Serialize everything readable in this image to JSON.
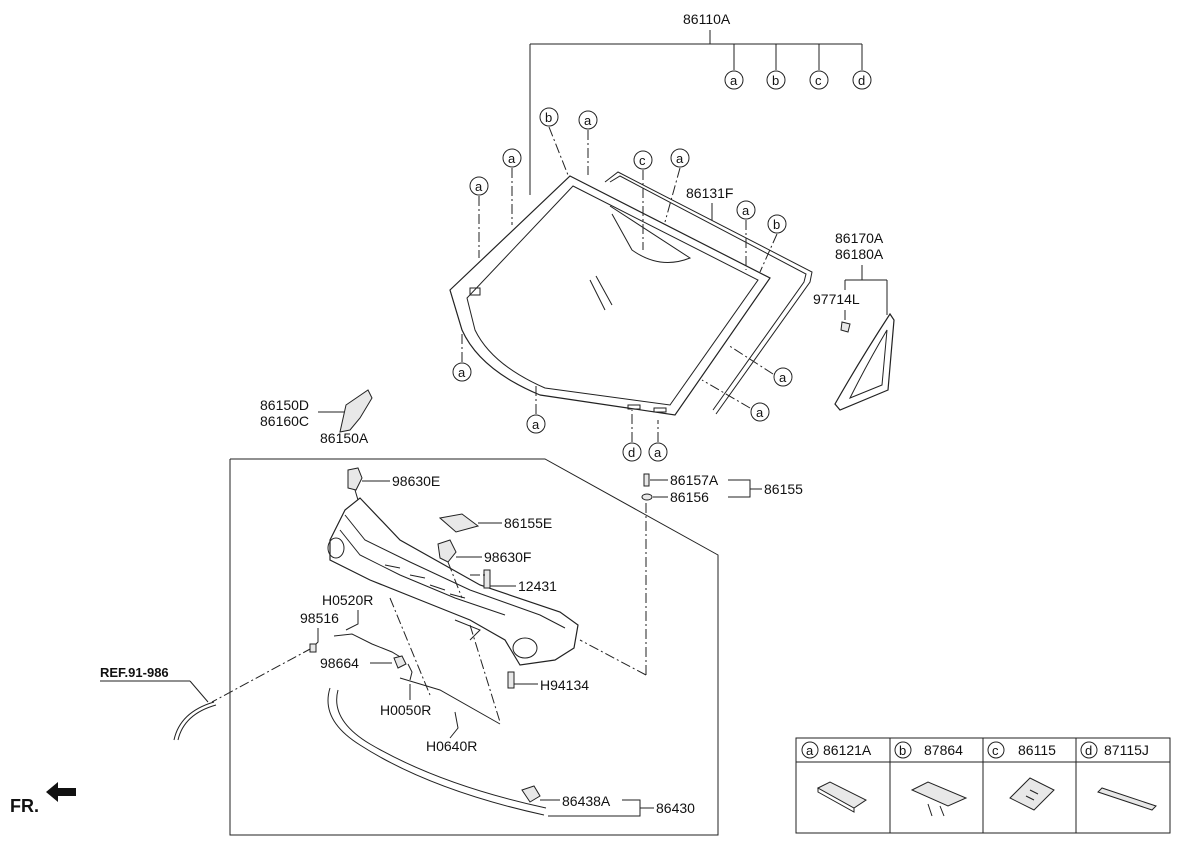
{
  "labels": {
    "p86110A": "86110A",
    "p86131F": "86131F",
    "p86170A": "86170A",
    "p86180A": "86180A",
    "p97714L": "97714L",
    "p86150D": "86150D",
    "p86160C": "86160C",
    "p86150A": "86150A",
    "p86157A": "86157A",
    "p86156": "86156",
    "p86155": "86155",
    "p98630E": "98630E",
    "p86155E": "86155E",
    "p98630F": "98630F",
    "p12431": "12431",
    "pH0520R": "H0520R",
    "p98516": "98516",
    "pREF": "REF.91-986",
    "p98664": "98664",
    "pH94134": "H94134",
    "pH0050R": "H0050R",
    "pH0640R": "H0640R",
    "p86438A": "86438A",
    "p86430": "86430",
    "fr": "FR."
  },
  "callouts": [
    "a",
    "b",
    "c",
    "d"
  ],
  "legend": [
    {
      "letter": "a",
      "part": "86121A"
    },
    {
      "letter": "b",
      "part": "87864"
    },
    {
      "letter": "c",
      "part": "86115"
    },
    {
      "letter": "d",
      "part": "87115J"
    }
  ]
}
